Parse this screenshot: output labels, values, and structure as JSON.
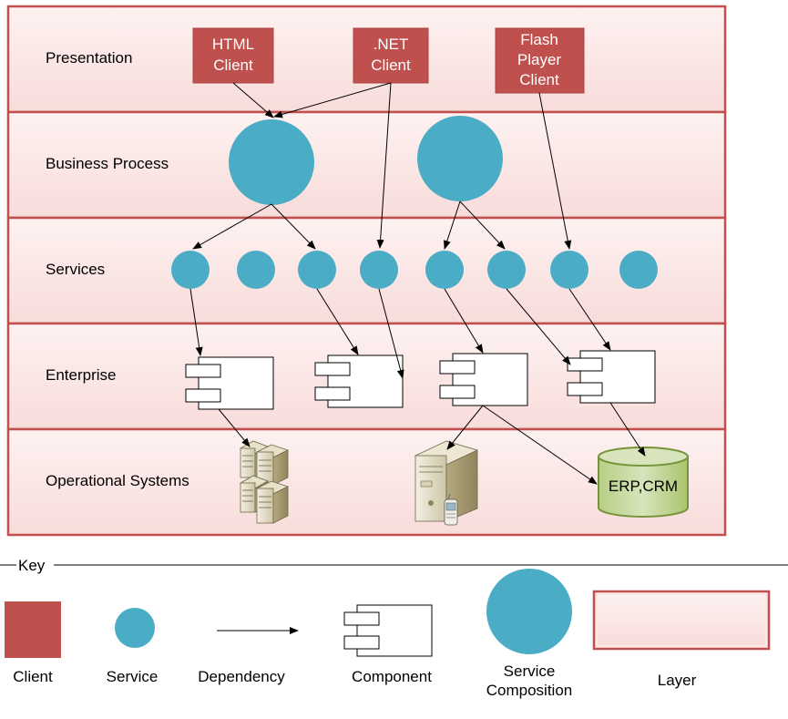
{
  "layers": [
    {
      "label": "Presentation"
    },
    {
      "label": "Business Process"
    },
    {
      "label": "Services"
    },
    {
      "label": "Enterprise"
    },
    {
      "label": "Operational Systems"
    }
  ],
  "clients": [
    {
      "lines": [
        "HTML",
        "Client"
      ]
    },
    {
      "lines": [
        ".NET",
        "Client"
      ]
    },
    {
      "lines": [
        "Flash",
        "Player",
        "Client"
      ]
    }
  ],
  "database": {
    "label": "ERP,CRM"
  },
  "key": {
    "title": "Key",
    "client": "Client",
    "service": "Service",
    "dependency": "Dependency",
    "component": "Component",
    "service_composition": [
      "Service",
      "Composition"
    ],
    "layer": "Layer"
  },
  "colors": {
    "client_fill": "#c0504d",
    "service_fill": "#4bacc6",
    "layer_fill": "#fbe9e8",
    "layer_border": "#c0504d",
    "db_fill": "#c3d69b",
    "db_border": "#77933c"
  }
}
